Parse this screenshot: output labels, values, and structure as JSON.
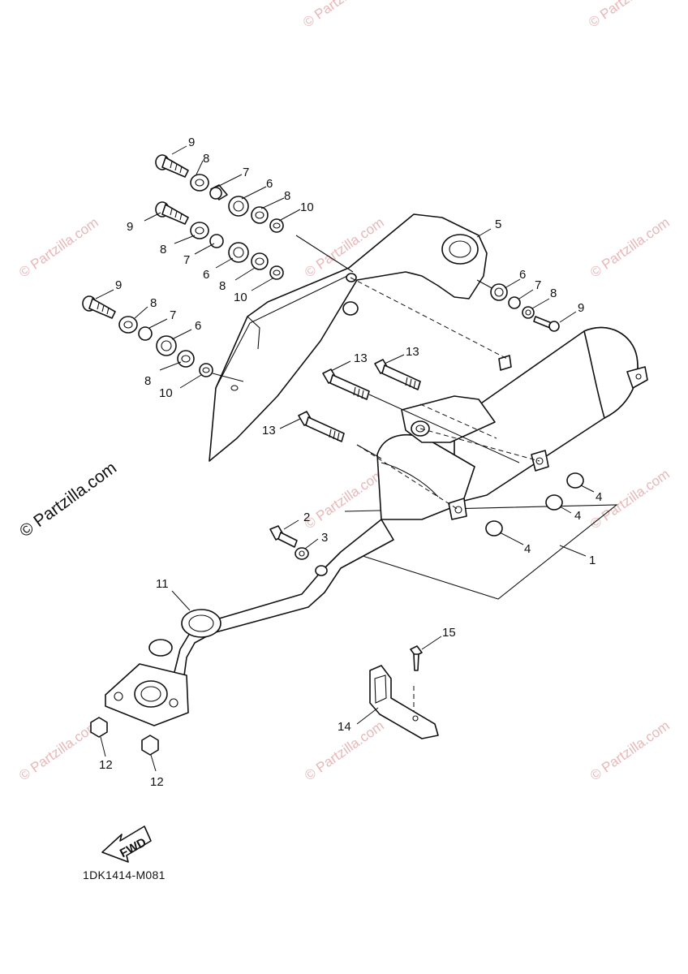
{
  "watermark": "© Partzilla.com",
  "diagram_code": "1DK1414-M081",
  "fwd_label": "FWD",
  "callouts": {
    "c1": "1",
    "c2": "2",
    "c3": "3",
    "c4a": "4",
    "c4b": "4",
    "c4c": "4",
    "c5": "5",
    "c6a": "6",
    "c6b": "6",
    "c6c": "6",
    "c6d": "6",
    "c7a": "7",
    "c7b": "7",
    "c7c": "7",
    "c7d": "7",
    "c8a": "8",
    "c8b": "8",
    "c8c": "8",
    "c8d": "8",
    "c8e": "8",
    "c8f": "8",
    "c8g": "8",
    "c9a": "9",
    "c9b": "9",
    "c9c": "9",
    "c9d": "9",
    "c10a": "10",
    "c10b": "10",
    "c10c": "10",
    "c11": "11",
    "c12a": "12",
    "c12b": "12",
    "c13a": "13",
    "c13b": "13",
    "c13c": "13",
    "c14": "14",
    "c15": "15"
  }
}
